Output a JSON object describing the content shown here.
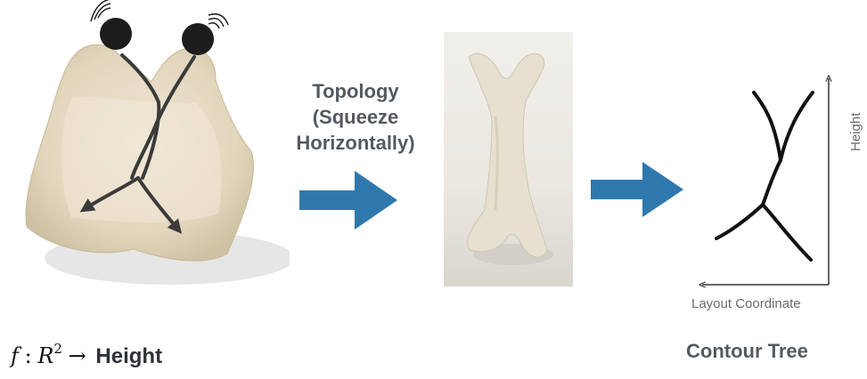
{
  "topology_label": {
    "line1": "Topology",
    "line2": "(Squeeze",
    "line3": "Horizontally)"
  },
  "formula": {
    "function": "f",
    "colon": ":",
    "domain": "R",
    "exponent": "2",
    "arrow": "→",
    "codomain": "Height"
  },
  "contour_tree": {
    "title": "Contour Tree",
    "y_axis_label": "Height",
    "x_axis_label": "Layout Coordinate"
  },
  "colors": {
    "arrow_blue": "#2f78ad",
    "label_gray": "#555a61",
    "clay": "#e7dcc5",
    "knob": "#1c1c1c"
  }
}
